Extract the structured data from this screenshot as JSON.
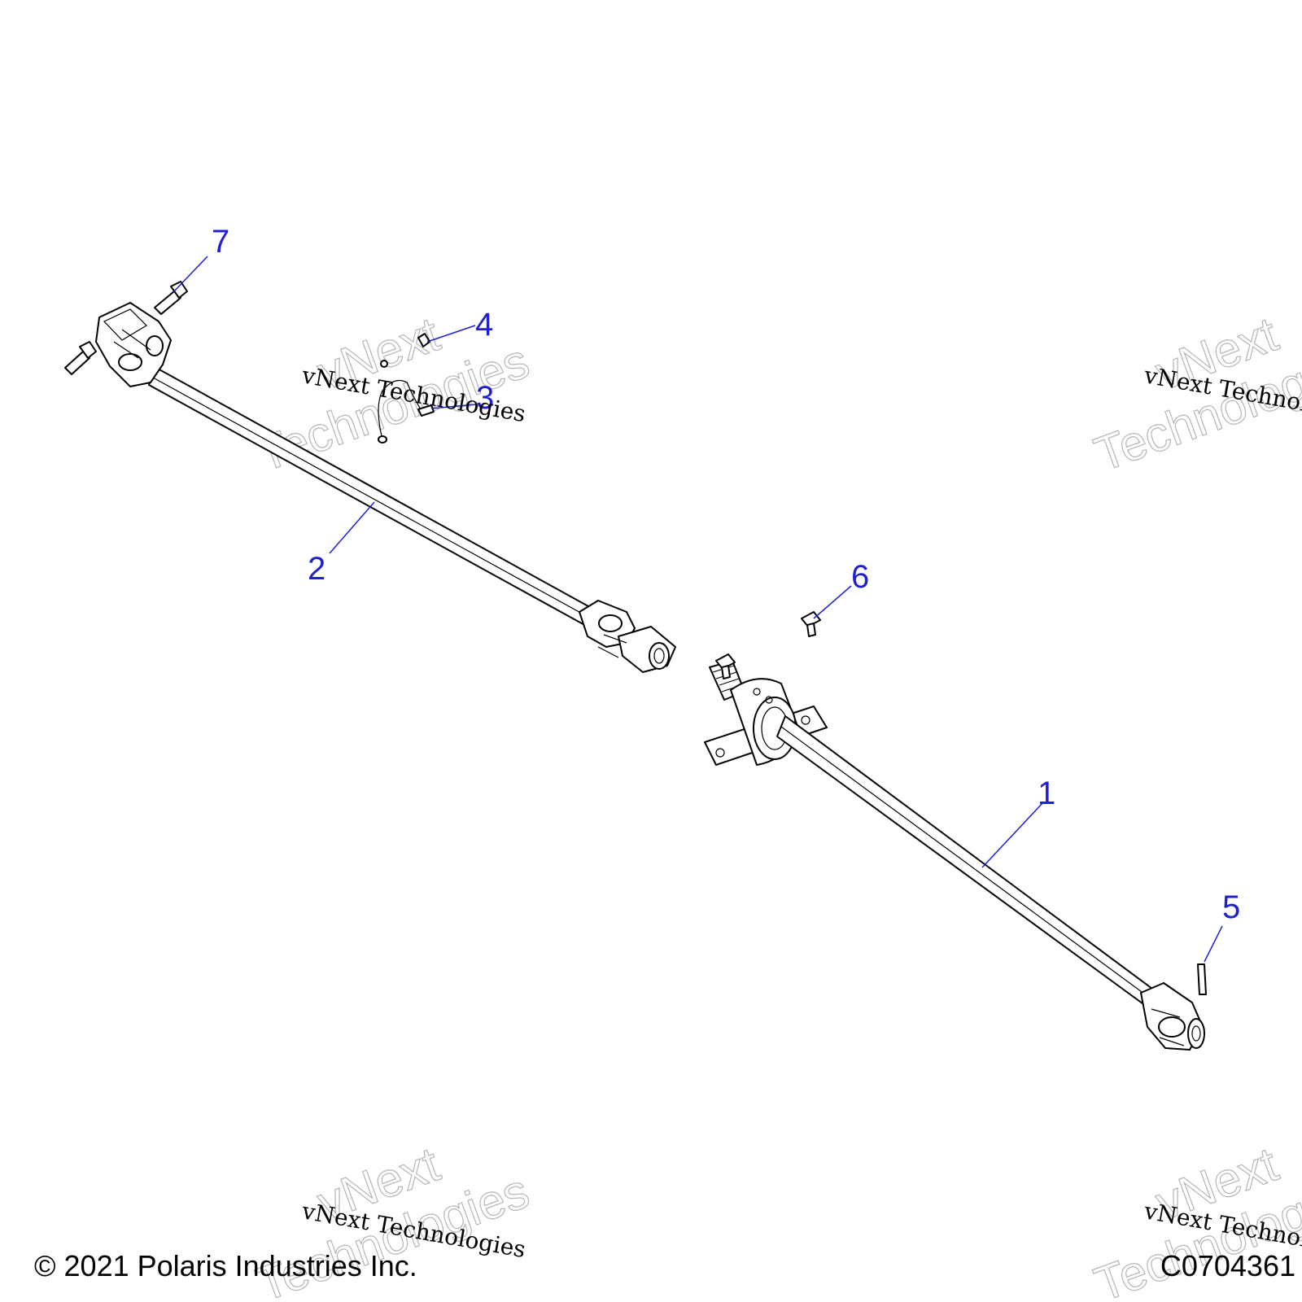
{
  "callouts": [
    {
      "id": "1",
      "label": "1"
    },
    {
      "id": "2",
      "label": "2"
    },
    {
      "id": "3",
      "label": "3"
    },
    {
      "id": "4",
      "label": "4"
    },
    {
      "id": "5",
      "label": "5"
    },
    {
      "id": "6",
      "label": "6"
    },
    {
      "id": "7",
      "label": "7"
    }
  ],
  "watermark": {
    "brand_large": "vNext",
    "brand_large_2": "Technologies",
    "brand_small": "vNext Technologies"
  },
  "footer": {
    "copyright": "© 2021 Polaris Industries Inc.",
    "diagram_code": "C0704361"
  },
  "colors": {
    "callout": "#1f1fd6",
    "line": "#000000",
    "watermark": "#b5b5b5"
  }
}
